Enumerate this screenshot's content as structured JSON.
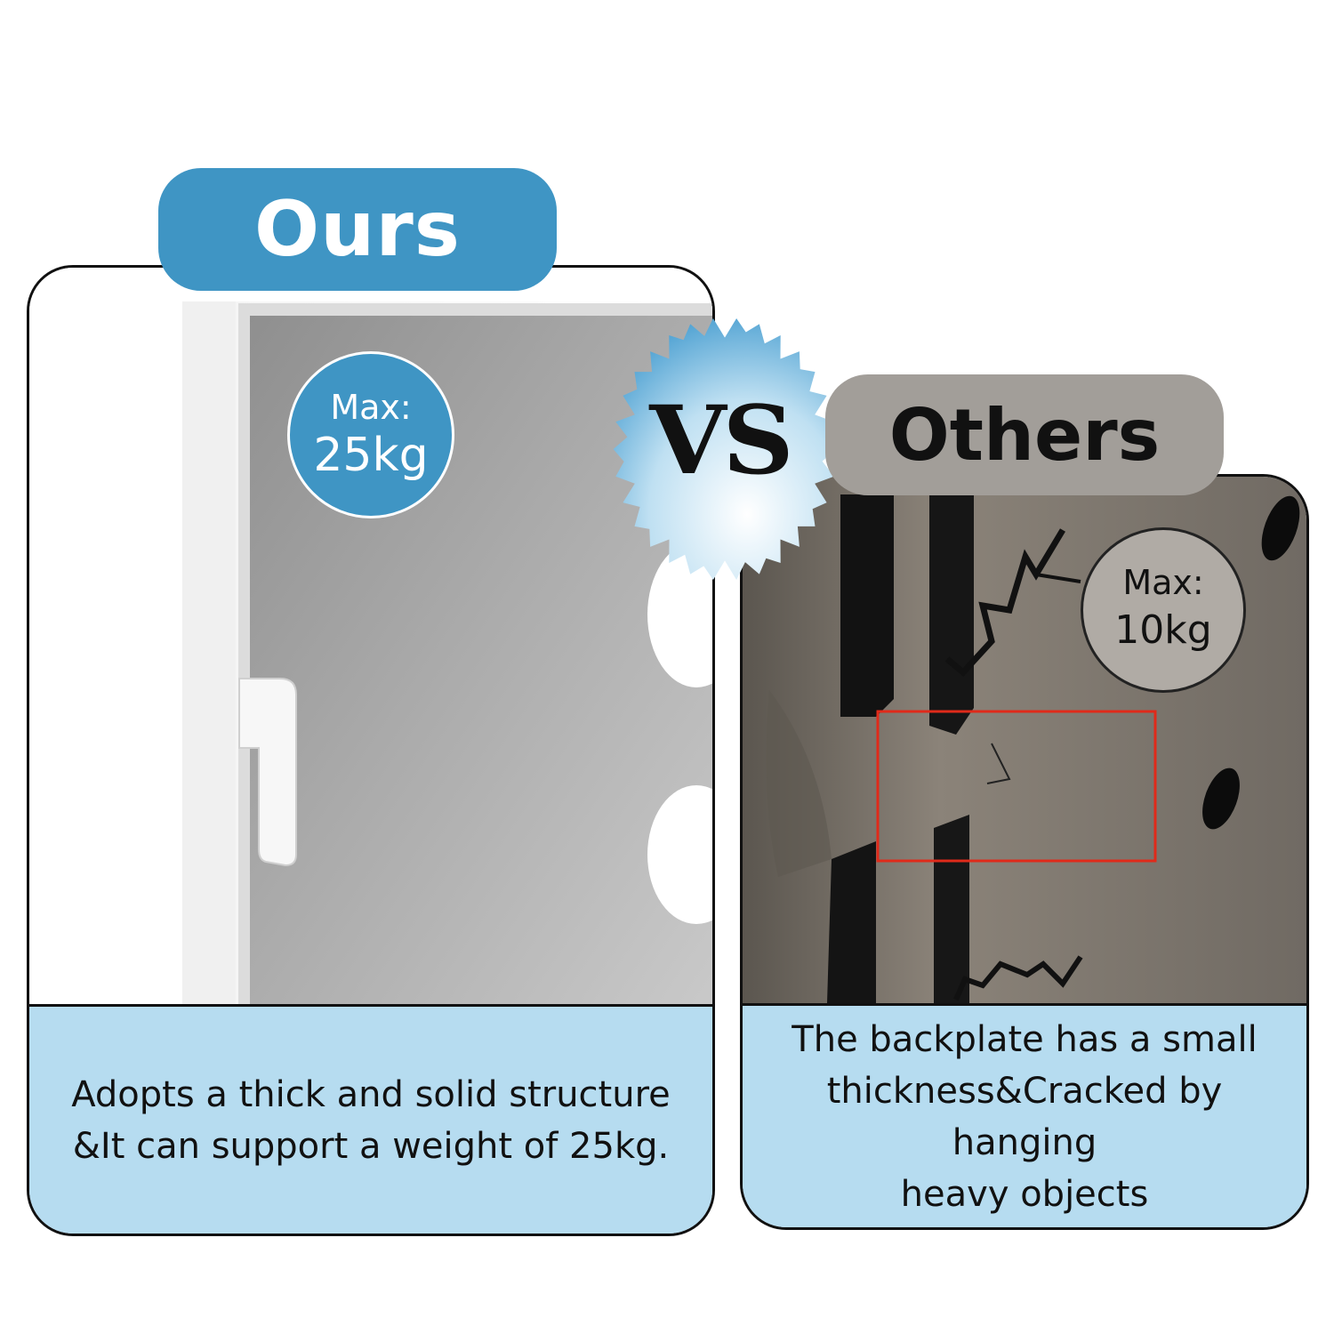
{
  "ours": {
    "tag": "Ours",
    "badge": {
      "label": "Max:",
      "value": "25kg"
    },
    "caption_lines": [
      "Adopts a thick and solid structure",
      "&It can support a weight of 25kg."
    ]
  },
  "versus": "VS",
  "others": {
    "tag": "Others",
    "badge": {
      "label": "Max:",
      "value": "10kg"
    },
    "caption_lines": [
      "The backplate has a small",
      "thickness&Cracked by hanging",
      "heavy objects"
    ]
  },
  "colors": {
    "ours_accent": "#3f95c4",
    "others_accent": "#a29e99",
    "caption_bg": "#b6dcf0",
    "highlight_box": "#e02a1a"
  },
  "icons": [
    "vs-splash-burst-icon",
    "crack-icon"
  ]
}
